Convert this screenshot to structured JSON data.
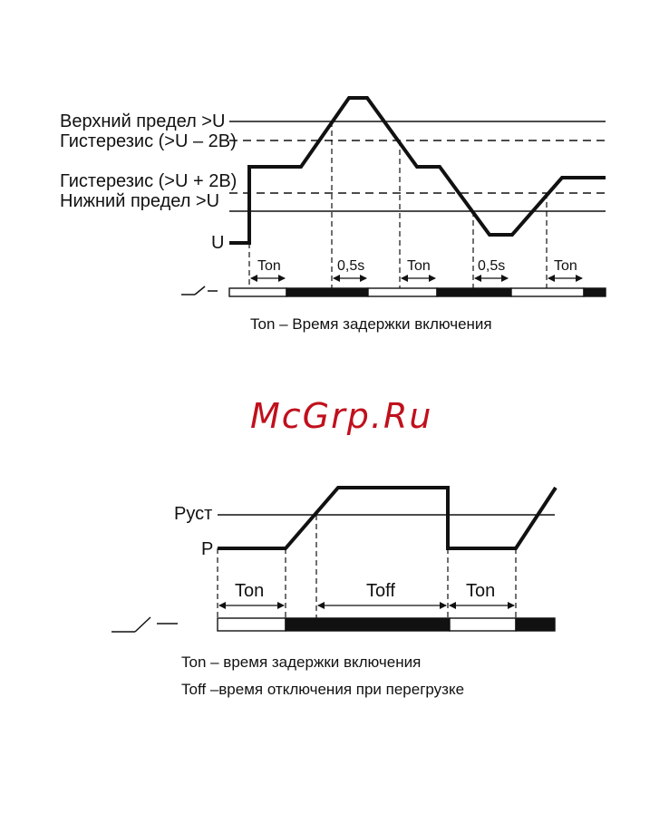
{
  "colors": {
    "ink": "#111111",
    "watermark": "#c0101c",
    "background": "#ffffff"
  },
  "diagram1": {
    "labels": {
      "upper": "Верхний предел >U",
      "hyst_upper": "Гистерезис (>U – 2B)",
      "hyst_lower": "Гистерезис (>U + 2B)",
      "lower": "Нижний предел >U",
      "signal": "U"
    },
    "intervals": [
      "Ton",
      "0,5s",
      "Ton",
      "0,5s",
      "Ton"
    ],
    "caption": "Ton – Время задержки включения"
  },
  "watermark": "McGrp.Ru",
  "diagram2": {
    "labels": {
      "setpoint": "Руст",
      "signal": "P"
    },
    "intervals": [
      "Ton",
      "Toff",
      "Ton"
    ],
    "captions": [
      "Ton – время задержки включения",
      "Toff –время отключения при перегрузке"
    ]
  }
}
